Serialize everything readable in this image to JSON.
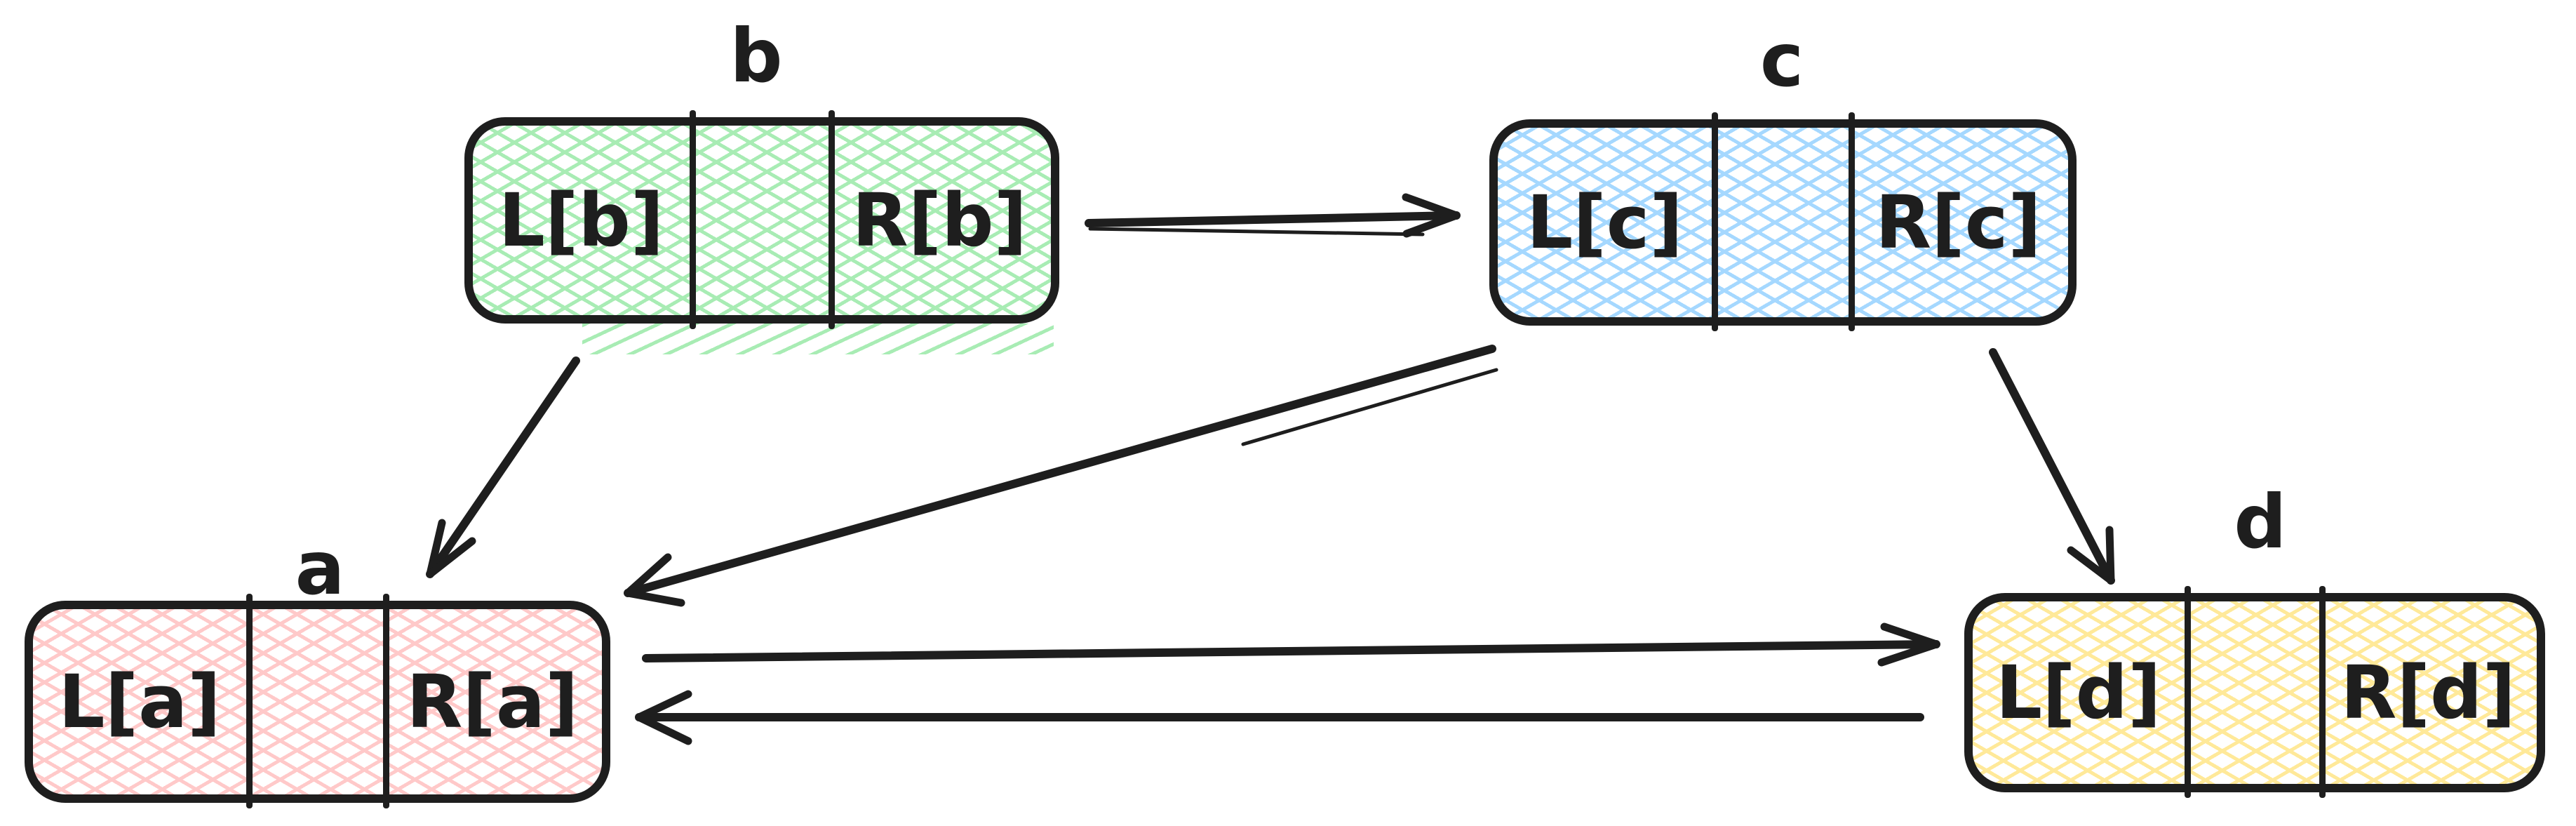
{
  "diagram": {
    "background_color": "#ffffff",
    "stroke_color": "#1e1e1e",
    "nodes": [
      {
        "id": "a",
        "label": "a",
        "left_text": "L[a]",
        "right_text": "R[a]",
        "fill_color": "#ffc9c9"
      },
      {
        "id": "b",
        "label": "b",
        "left_text": "L[b]",
        "right_text": "R[b]",
        "fill_color": "#a8ecb4"
      },
      {
        "id": "c",
        "label": "c",
        "left_text": "L[c]",
        "right_text": "R[c]",
        "fill_color": "#a5d8ff"
      },
      {
        "id": "d",
        "label": "d",
        "left_text": "L[d]",
        "right_text": "R[d]",
        "fill_color": "#ffe999"
      }
    ],
    "edges": [
      {
        "from": "b",
        "to": "c"
      },
      {
        "from": "b",
        "to": "a"
      },
      {
        "from": "c",
        "to": "a"
      },
      {
        "from": "c",
        "to": "d"
      },
      {
        "from": "a",
        "to": "d"
      },
      {
        "from": "d",
        "to": "a"
      }
    ]
  }
}
